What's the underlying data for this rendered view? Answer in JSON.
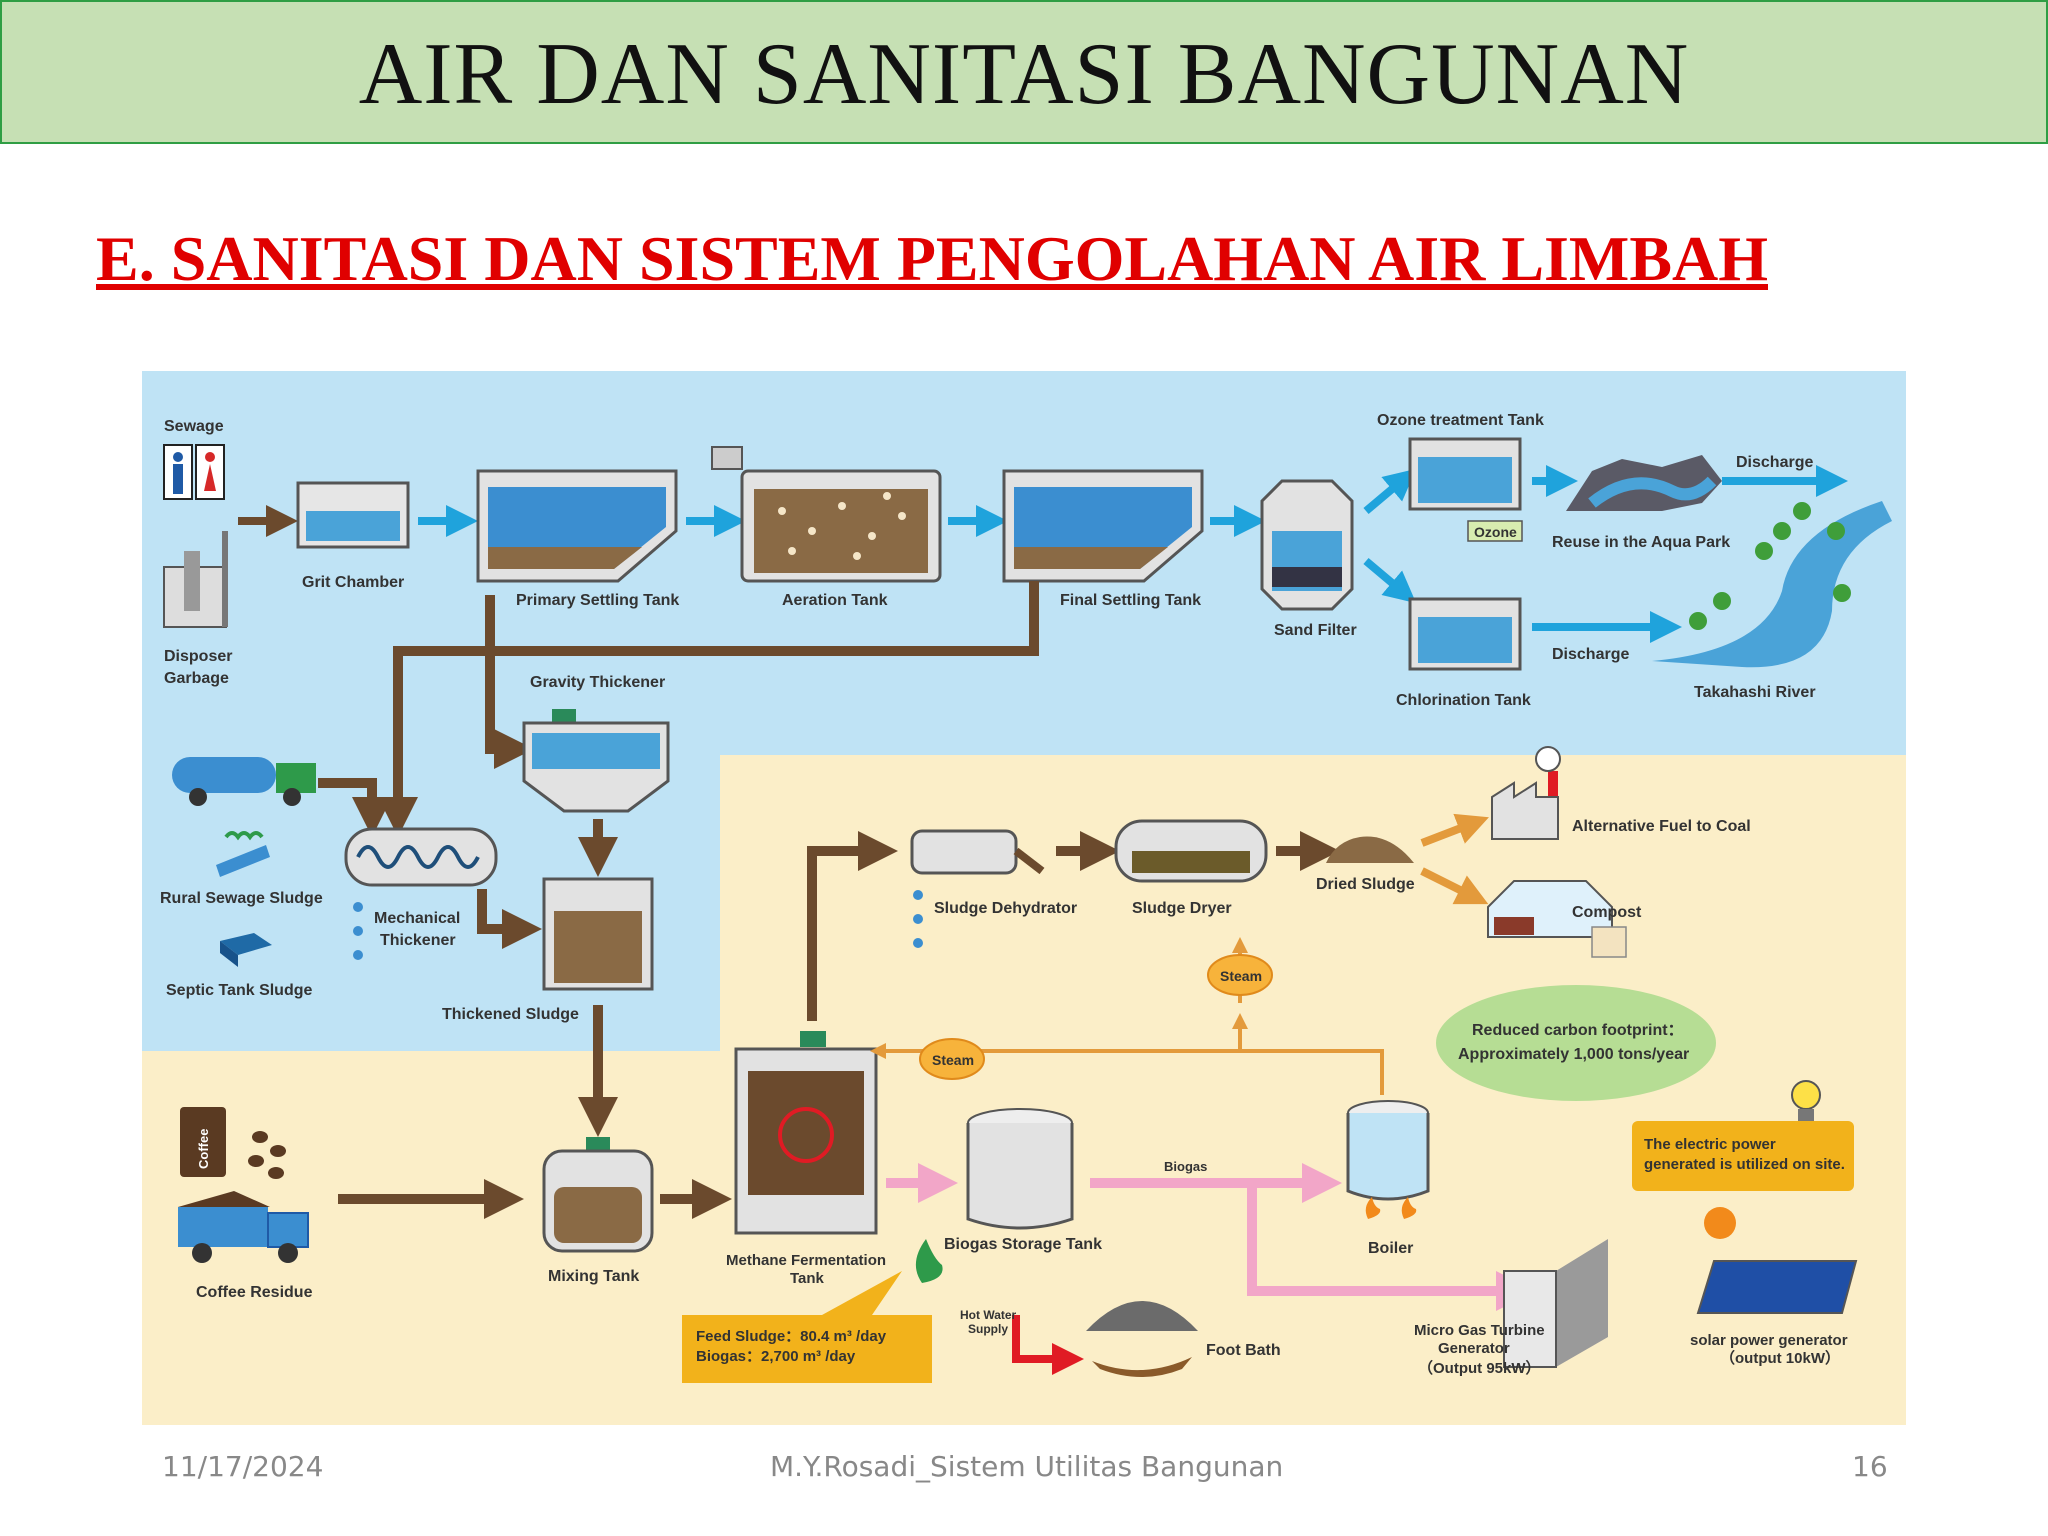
{
  "slide": {
    "title": "AIR DAN SANITASI BANGUNAN",
    "subtitle": "E. SANITASI DAN SISTEM PENGOLAHAN AIR LIMBAH"
  },
  "diagram": {
    "sewage": "Sewage",
    "disposer_1": "Disposer",
    "disposer_2": "Garbage",
    "grit": "Grit Chamber",
    "primary": "Primary Settling Tank",
    "aeration": "Aeration Tank",
    "final": "Final  Settling Tank",
    "sand": "Sand Filter",
    "ozone_tank": "Ozone treatment Tank",
    "ozone": "Ozone",
    "discharge_top": "Discharge",
    "aqua": "Reuse in the Aqua Park",
    "chlorination": "Chlorination Tank",
    "discharge_bottom": "Discharge",
    "river": "Takahashi River",
    "gravity": "Gravity Thickener",
    "rural": "Rural Sewage Sludge",
    "septic": "Septic Tank Sludge",
    "mech_1": "Mechanical",
    "mech_2": "Thickener",
    "thickened": "Thickened Sludge",
    "dehydrator": "Sludge Dehydrator",
    "dryer": "Sludge Dryer",
    "dried": "Dried Sludge",
    "alt_fuel": "Alternative Fuel to Coal",
    "compost": "Compost",
    "steam_right": "Steam",
    "steam_left": "Steam",
    "carbon_1": "Reduced carbon footprint：",
    "carbon_2": "Approximately 1,000 tons/year",
    "coffee_can": "Coffee",
    "coffee": "Coffee Residue",
    "mixing": "Mixing Tank",
    "methane_1": "Methane Fermentation",
    "methane_2": "Tank",
    "biogas_storage": "Biogas Storage Tank",
    "biogas": "Biogas",
    "boiler": "Boiler",
    "power_1": "The electric power",
    "power_2": "generated is utilized on site.",
    "feed_1": "Feed Sludge：80.4  m³ /day",
    "feed_2": "Biogas：2,700 m³ /day",
    "hot_1": "Hot Water",
    "hot_2": "Supply",
    "footbath": "Foot Bath",
    "turbine_1": "Micro Gas Turbine",
    "turbine_2": "Generator",
    "turbine_3": "（Output  95kW）",
    "solar_1": "solar power generator",
    "solar_2": "（output  10kW）"
  },
  "footer": {
    "date": "11/17/2024",
    "author": "M.Y.Rosadi_Sistem Utilitas Bangunan",
    "page": "16"
  }
}
